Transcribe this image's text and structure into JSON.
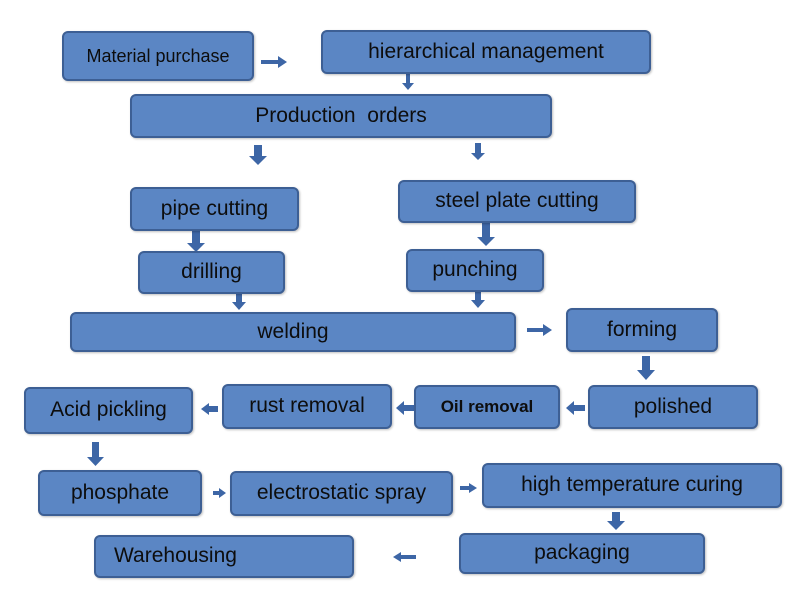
{
  "diagram": {
    "nodes": {
      "material_purchase": "Material purchase",
      "hierarchical_management": "hierarchical management",
      "production_orders": "Production  orders",
      "pipe_cutting": "pipe cutting",
      "steel_plate_cutting": "steel plate cutting",
      "drilling": "drilling",
      "punching": "punching",
      "welding": "welding",
      "forming": "forming",
      "acid_pickling": "Acid pickling",
      "rust_removal": "rust removal",
      "oil_removal": "Oil removal",
      "polished": "polished",
      "phosphate": "phosphate",
      "electrostatic_spray": "electrostatic spray",
      "high_temperature_curing": "high temperature curing",
      "warehousing": "Warehousing",
      "packaging": "packaging"
    },
    "colors": {
      "node_fill": "#5b86c4",
      "node_border": "#3d5f94",
      "arrow": "#3d66a6",
      "text": "#0d0d0d"
    }
  }
}
